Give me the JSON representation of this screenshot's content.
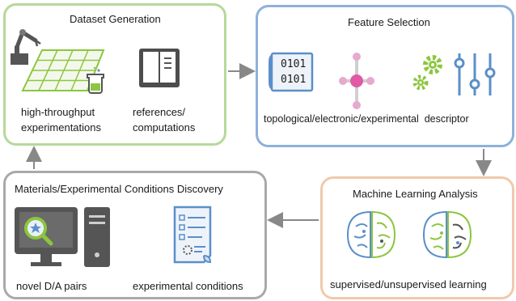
{
  "dataset_generation": {
    "title": "Dataset Generation",
    "label_left_1": "high-throughput",
    "label_left_2": "experimentations",
    "label_right_1": "references/",
    "label_right_2": "computations"
  },
  "feature_selection": {
    "title": "Feature Selection",
    "binary_1": "0101",
    "binary_2": "0101",
    "caption": "topological/electronic/experimental  descriptor"
  },
  "machine_learning": {
    "title": "Machine Learning Analysis",
    "caption": "supervised/unsupervised learning"
  },
  "discovery": {
    "title": "Materials/Experimental Conditions Discovery",
    "label_left": "novel D/A pairs",
    "label_right": "experimental conditions"
  },
  "colors": {
    "dataset_border": "#b5d99a",
    "feature_border": "#8fb0db",
    "ml_border": "#f1c9ac",
    "discovery_border": "#a9a9a9",
    "arrow": "#888888",
    "icon_gray": "#555555",
    "icon_green": "#8cc63f",
    "icon_blue": "#5b8fc9",
    "icon_pink": "#e05aa6"
  },
  "icons": [
    "robot-arm-icon",
    "sample-grid-icon",
    "beaker-icon",
    "open-book-icon",
    "binary-file-icon",
    "molecule-icon",
    "gears-icon",
    "sliders-icon",
    "brain-icon",
    "monitor-search-icon",
    "computer-tower-icon",
    "document-scroll-icon"
  ]
}
